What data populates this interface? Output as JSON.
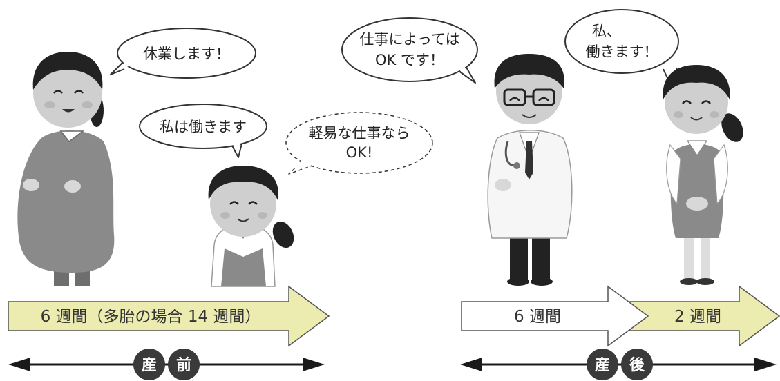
{
  "bubbles": {
    "pregnant": "休業します！",
    "worker_before": "私は働きます",
    "light_work_line1": "軽易な仕事なら",
    "light_work_line2": "OK!",
    "doctor_line1": "仕事によっては",
    "doctor_line2": "OK です！",
    "worker_after_line1": "私、",
    "worker_after_line2": "働きます！"
  },
  "arrows": {
    "before_weeks": "6 週間（多胎の場合 14 週間）",
    "after_weeks_1": "6 週間",
    "after_weeks_2": "2 週間"
  },
  "periods": {
    "before": [
      "産",
      "前"
    ],
    "after": [
      "産",
      "後"
    ]
  },
  "colors": {
    "arrow_fill": "#ecebb0",
    "arrow_stroke": "#555555",
    "badge": "#3a3a3a",
    "figure_gray": "#8a8a8a"
  }
}
